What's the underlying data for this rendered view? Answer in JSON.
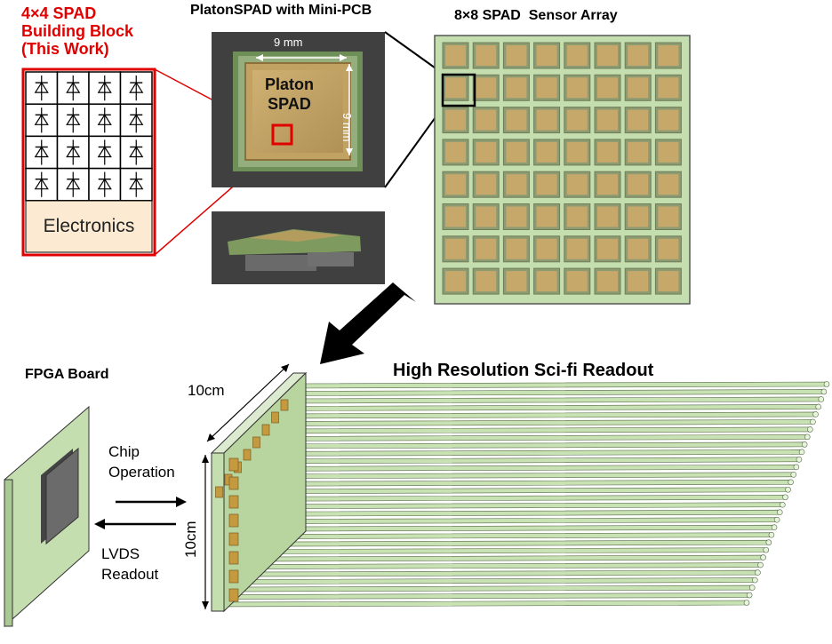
{
  "labels": {
    "building_block": "4×4 SPAD\nBuilding Block\n(This Work)",
    "electronics": "Electronics",
    "platon_title": "PlatonSPAD with Mini-PCB",
    "dim_width": "9 mm",
    "dim_height": "9 mm",
    "chip_name": "Platon\nSPAD",
    "array_title": "8×8 SPAD  Sensor Array",
    "fpga_title": "FPGA Board",
    "chip_operation": "Chip\nOperation",
    "lvds_readout": "LVDS\nReadout",
    "scifi_title": "High Resolution Sci-fi Readout",
    "dim_10cm_top": "10cm",
    "dim_10cm_side": "10cm"
  },
  "colors": {
    "highlight_red": "#e00000",
    "array_green": "#c5deb0",
    "spad_gold": "#c7a86b",
    "electronics_bg": "#fcebd2",
    "fiber_green": "#c9e2b3",
    "photo_bg": "#404040"
  },
  "icons": {
    "spad_cell": "diode-symbol-icon",
    "arrow": "big-arrow-icon"
  }
}
